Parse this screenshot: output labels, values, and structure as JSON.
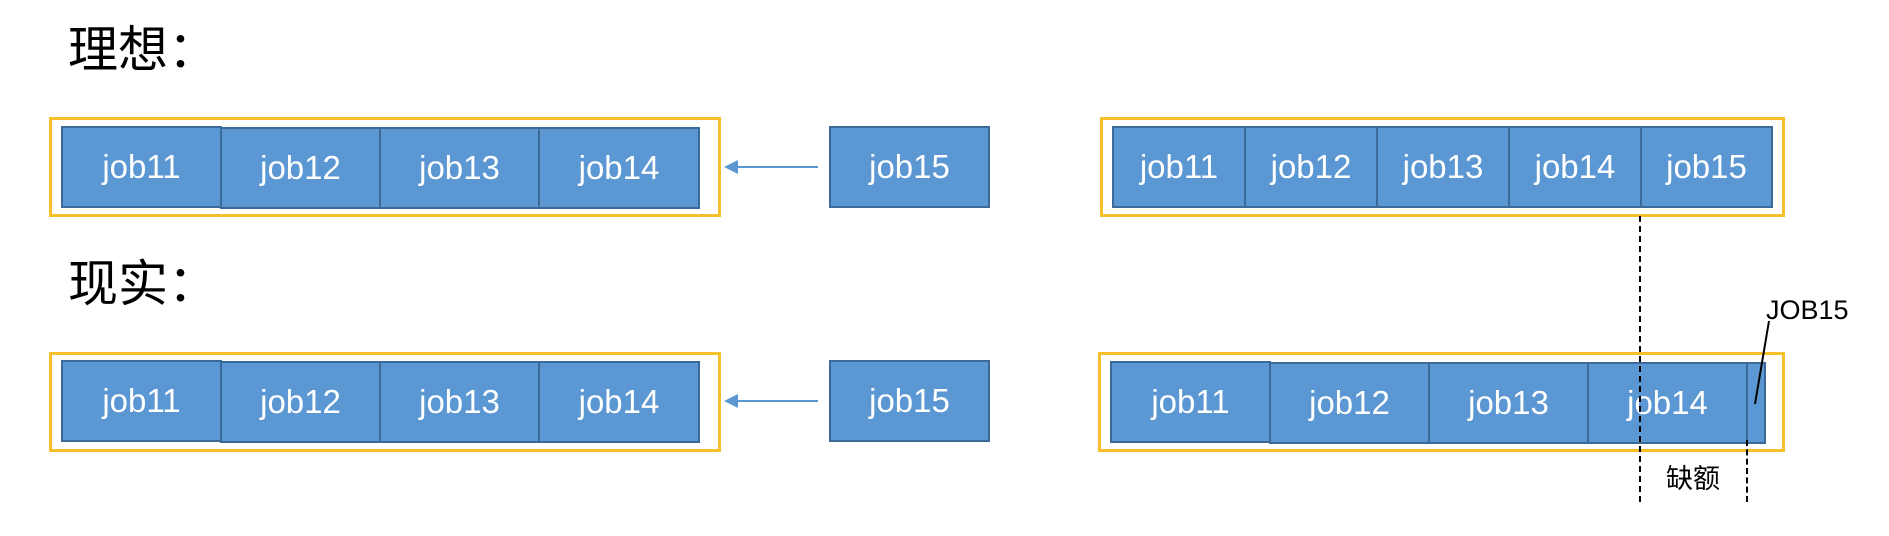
{
  "ideal": {
    "heading": "理想：",
    "queue": [
      "job11",
      "job12",
      "job13",
      "job14"
    ],
    "incoming": "job15",
    "result": [
      "job11",
      "job12",
      "job13",
      "job14",
      "job15"
    ]
  },
  "reality": {
    "heading": "现实：",
    "queue": [
      "job11",
      "job12",
      "job13",
      "job14"
    ],
    "incoming": "job15",
    "result": [
      "job11",
      "job12",
      "job13",
      "job14"
    ],
    "overflow_label": "JOB15",
    "gap_label": "缺额"
  },
  "colors": {
    "job_fill": "#5b97d3",
    "job_border": "#3c6a98",
    "frame_border": "#f6c02a",
    "arrow": "#5b97d3"
  }
}
